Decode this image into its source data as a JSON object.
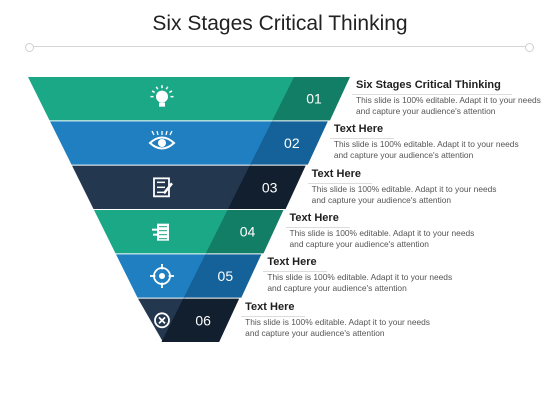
{
  "title": "Six Stages Critical Thinking",
  "colors": {
    "teal": "#1aa887",
    "blue": "#1f7fc1",
    "navy": "#23374f",
    "teal_dark": "#127e66",
    "blue_dark": "#15629a",
    "navy_dark": "#121f2e"
  },
  "stages": [
    {
      "number": "01",
      "heading": "Six Stages Critical Thinking",
      "body": "This slide is 100% editable. Adapt it to your needs and capture your audience's attention",
      "icon": "lightbulb-icon",
      "color": "teal"
    },
    {
      "number": "02",
      "heading": "Text Here",
      "body": "This slide is 100% editable. Adapt it to your needs and capture your audience's attention",
      "icon": "eye-icon",
      "color": "blue"
    },
    {
      "number": "03",
      "heading": "Text Here",
      "body": "This slide is 100% editable. Adapt it to your needs and capture your audience's attention",
      "icon": "checklist-icon",
      "color": "navy"
    },
    {
      "number": "04",
      "heading": "Text Here",
      "body": "This slide is 100% editable. Adapt it to your needs and capture your audience's attention",
      "icon": "document-icon",
      "color": "teal"
    },
    {
      "number": "05",
      "heading": "Text Here",
      "body": "This slide is 100% editable. Adapt it to your needs and capture your audience's attention",
      "icon": "target-icon",
      "color": "blue"
    },
    {
      "number": "06",
      "heading": "Text Here",
      "body": "This slide is 100% editable. Adapt it to your needs and capture your audience's attention",
      "icon": "close-circle-icon",
      "color": "navy"
    }
  ]
}
